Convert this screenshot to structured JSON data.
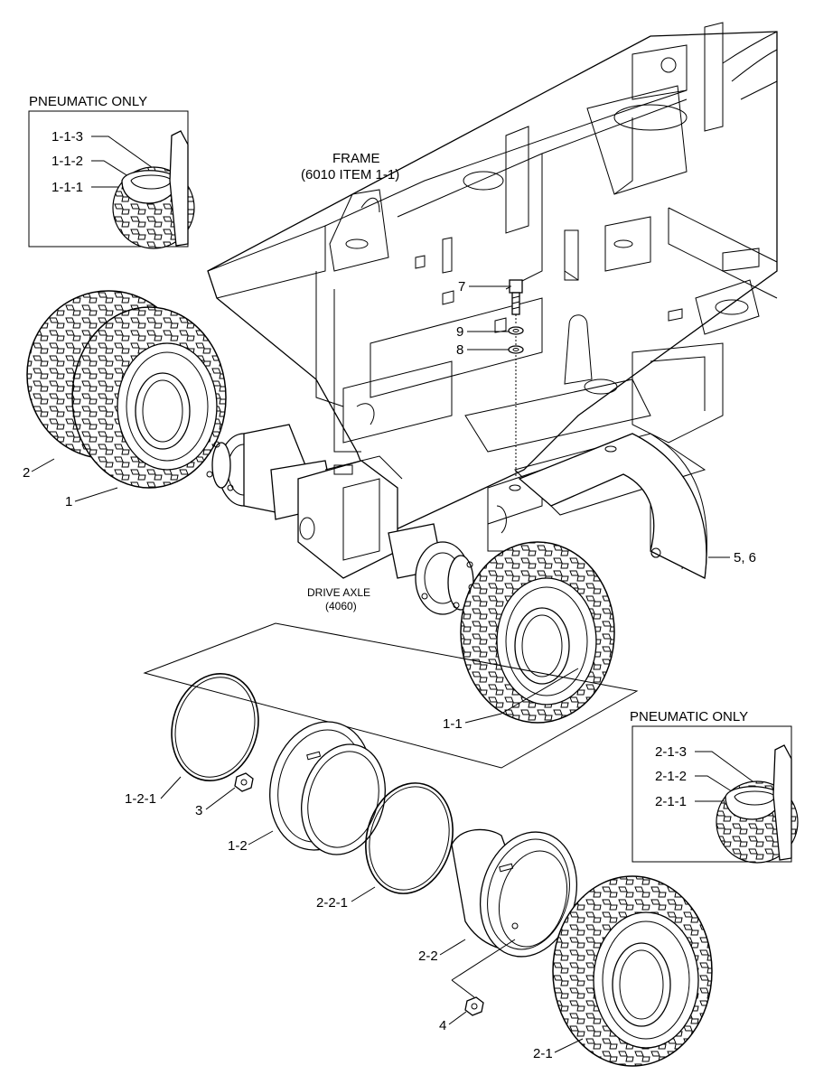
{
  "insets": {
    "top": {
      "title": "PNEUMATIC ONLY",
      "labels": [
        "1-1-3",
        "1-1-2",
        "1-1-1"
      ]
    },
    "right": {
      "title": "PNEUMATIC ONLY",
      "labels": [
        "2-1-3",
        "2-1-2",
        "2-1-1"
      ]
    }
  },
  "frame": {
    "title": "FRAME",
    "ref": "(6010 ITEM 1-1)"
  },
  "drive_axle": {
    "title": "DRIVE AXLE",
    "ref": "(4060)"
  },
  "callouts": {
    "c7": "7",
    "c9": "9",
    "c8": "8",
    "c2": "2",
    "c1": "1",
    "c56": "5, 6",
    "c11": "1-1",
    "c121": "1-2-1",
    "c3": "3",
    "c12": "1-2",
    "c221": "2-2-1",
    "c22": "2-2",
    "c4": "4",
    "c21": "2-1"
  }
}
